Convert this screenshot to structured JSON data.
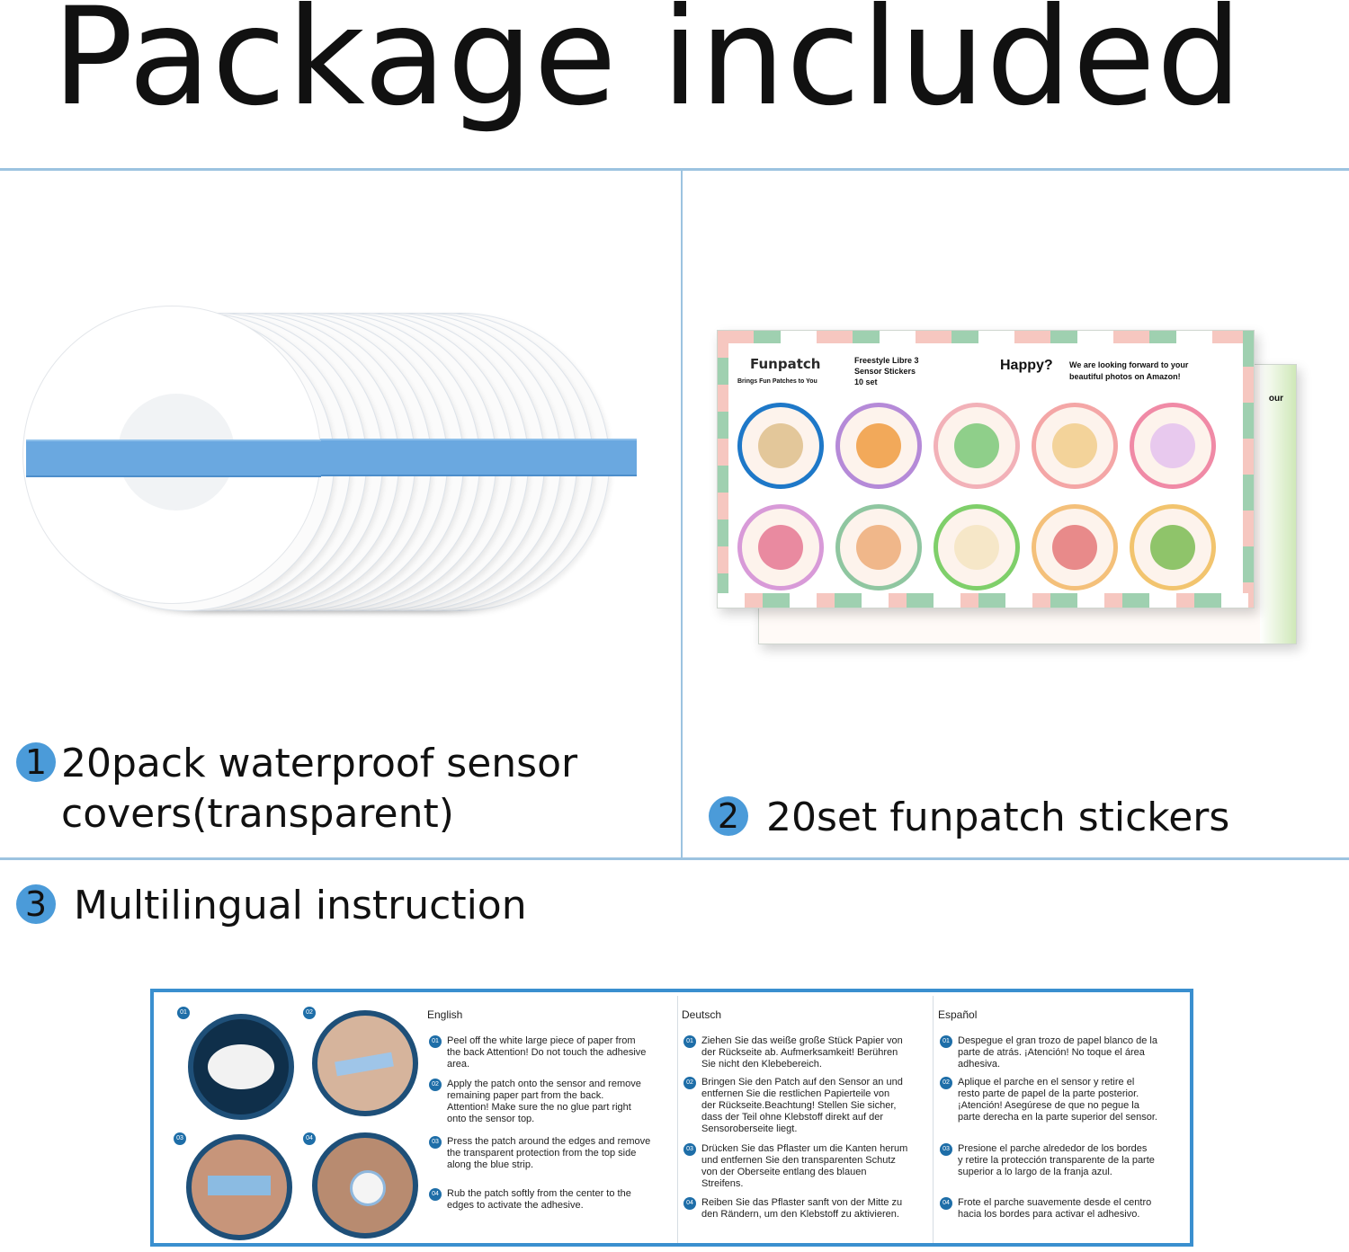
{
  "title": "Package included",
  "items": [
    {
      "number": "1",
      "line1": "20pack waterproof sensor",
      "line2": "covers(transparent)"
    },
    {
      "number": "2",
      "text": "20set funpatch stickers"
    },
    {
      "number": "3",
      "text": "Multilingual instruction"
    }
  ],
  "sticker_sheet": {
    "brand": "Funpatch",
    "tagline": "Brings Fun Patches to You",
    "product_line1": "Freestyle Libre 3",
    "product_line2": "Sensor Stickers",
    "product_line3": "10 set",
    "happy": "Happy?",
    "message_line1": "We are looking forward to your",
    "message_line2": "beautiful photos on Amazon!",
    "back_peek": "our"
  },
  "instructions": {
    "photo_tags": [
      "01",
      "02",
      "03",
      "04"
    ],
    "languages": [
      {
        "name": "English",
        "steps": [
          {
            "n": "01",
            "lines": [
              "Peel off the white large piece of paper from",
              "the back Attention! Do not touch the adhesive",
              "area."
            ]
          },
          {
            "n": "02",
            "lines": [
              "Apply the patch onto the sensor and remove",
              "remaining paper part from the back.",
              "Attention! Make sure the no glue part right",
              "onto the sensor top."
            ]
          },
          {
            "n": "03",
            "lines": [
              "Press the patch around the edges and remove",
              "the transparent protection from the top side",
              "along the blue strip."
            ]
          },
          {
            "n": "04",
            "lines": [
              "Rub the patch softly from the center to the",
              "edges to activate the adhesive."
            ]
          }
        ]
      },
      {
        "name": "Deutsch",
        "steps": [
          {
            "n": "01",
            "lines": [
              "Ziehen Sie das weiße große Stück Papier von",
              "der Rückseite ab. Aufmerksamkeit! Berühren",
              "Sie nicht den Klebebereich."
            ]
          },
          {
            "n": "02",
            "lines": [
              "Bringen Sie den Patch auf den Sensor an und",
              "entfernen Sie die restlichen Papierteile von",
              "der Rückseite.Beachtung! Stellen Sie sicher,",
              "dass der Teil ohne Klebstoff direkt auf der",
              "Sensoroberseite liegt."
            ]
          },
          {
            "n": "03",
            "lines": [
              "Drücken Sie das Pflaster um die Kanten herum",
              "und entfernen Sie den transparenten Schutz",
              "von der Oberseite entlang des blauen",
              "Streifens."
            ]
          },
          {
            "n": "04",
            "lines": [
              "Reiben Sie das Pflaster sanft von der Mitte zu",
              "den Rändern, um den Klebstoff zu aktivieren."
            ]
          }
        ]
      },
      {
        "name": "Español",
        "steps": [
          {
            "n": "01",
            "lines": [
              "Despegue el gran trozo de papel blanco de la",
              "parte de atrás. ¡Atención! No toque el área",
              "adhesiva."
            ]
          },
          {
            "n": "02",
            "lines": [
              "Aplique el parche en el sensor y retire el",
              "resto parte de papel de la parte posterior.",
              "¡Atención! Asegúrese de que no pegue la",
              "parte derecha en la parte superior del sensor."
            ]
          },
          {
            "n": "03",
            "lines": [
              "Presione el parche alrededor de los bordes",
              "y retire la protección transparente de la parte",
              "superior a lo largo de la franja azul."
            ]
          },
          {
            "n": "04",
            "lines": [
              "Frote el parche suavemente desde el centro",
              "hacia los bordes para activar el adhesivo."
            ]
          }
        ]
      }
    ]
  },
  "colors": {
    "accent": "#4b9bd9",
    "divider": "#9cc3e0",
    "card_border": "#3a8fcf",
    "strip": "#6aa8e0"
  }
}
